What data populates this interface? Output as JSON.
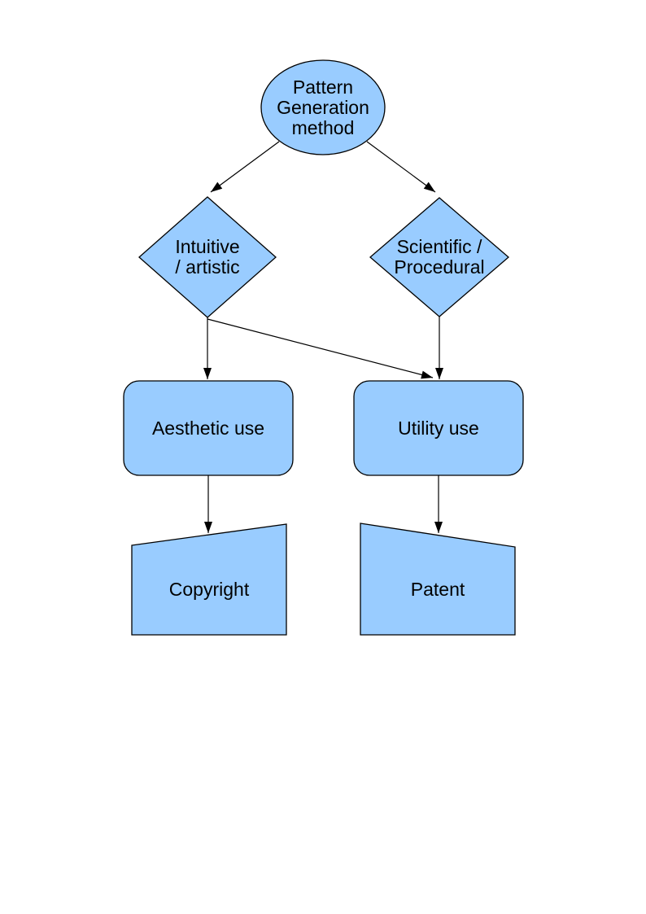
{
  "diagram": {
    "type": "flowchart",
    "colors": {
      "node_fill": "#99ccff",
      "node_stroke": "#000000",
      "connector": "#000000",
      "text": "#000000",
      "page_background": "#ffffff"
    },
    "nodes": {
      "pattern_generation_method": {
        "shape": "ellipse",
        "label": "Pattern Generation method",
        "lines": [
          "Pattern",
          "Generation",
          "method"
        ]
      },
      "intuitive_artistic": {
        "shape": "diamond",
        "label": "Intuitive / artistic",
        "lines": [
          "Intuitive",
          "/ artistic"
        ]
      },
      "scientific_procedural": {
        "shape": "diamond",
        "label": "Scientific / Procedural",
        "lines": [
          "Scientific /",
          "Procedural"
        ]
      },
      "aesthetic_use": {
        "shape": "rounded-rectangle",
        "label": "Aesthetic use",
        "lines": [
          "Aesthetic use"
        ]
      },
      "utility_use": {
        "shape": "rounded-rectangle",
        "label": "Utility use",
        "lines": [
          "Utility use"
        ]
      },
      "copyright": {
        "shape": "slanted-top-rectangle",
        "label": "Copyright",
        "lines": [
          "Copyright"
        ]
      },
      "patent": {
        "shape": "slanted-top-rectangle",
        "label": "Patent",
        "lines": [
          "Patent"
        ]
      }
    },
    "edges": [
      {
        "from": "pattern_generation_method",
        "to": "intuitive_artistic"
      },
      {
        "from": "pattern_generation_method",
        "to": "scientific_procedural"
      },
      {
        "from": "intuitive_artistic",
        "to": "aesthetic_use"
      },
      {
        "from": "intuitive_artistic",
        "to": "utility_use"
      },
      {
        "from": "scientific_procedural",
        "to": "utility_use"
      },
      {
        "from": "aesthetic_use",
        "to": "copyright"
      },
      {
        "from": "utility_use",
        "to": "patent"
      }
    ]
  }
}
